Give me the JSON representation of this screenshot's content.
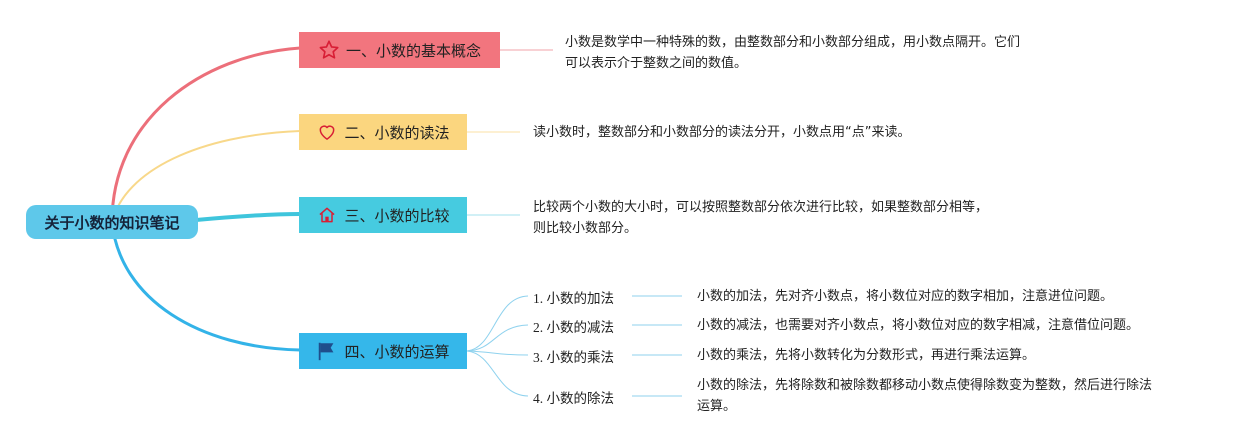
{
  "root": {
    "title": "关于小数的知识笔记"
  },
  "topics": [
    {
      "title": "一、小数的基本概念",
      "icon": "star-icon",
      "color": "#f2757e",
      "desc_lines": [
        "小数是数学中一种特殊的数，由整数部分和小数部分组成，用小数点隔开。它们",
        "可以表示介于整数之间的数值。"
      ]
    },
    {
      "title": "二、小数的读法",
      "icon": "heart-icon",
      "color": "#fbd67f",
      "desc_lines": [
        "读小数时，整数部分和小数部分的读法分开，小数点用“点”来读。"
      ]
    },
    {
      "title": "三、小数的比较",
      "icon": "house-icon",
      "color": "#46cbe0",
      "desc_lines": [
        "比较两个小数的大小时，可以按照整数部分依次进行比较，如果整数部分相等，",
        "则比较小数部分。"
      ]
    },
    {
      "title": "四、小数的运算",
      "icon": "flag-icon",
      "color": "#35b7ea",
      "subtopics": [
        {
          "label": "1. 小数的加法",
          "desc_lines": [
            "小数的加法，先对齐小数点，将小数位对应的数字相加，注意进位问题。"
          ]
        },
        {
          "label": "2. 小数的减法",
          "desc_lines": [
            "小数的减法，也需要对齐小数点，将小数位对应的数字相减，注意借位问题。"
          ]
        },
        {
          "label": "3. 小数的乘法",
          "desc_lines": [
            "小数的乘法，先将小数转化为分数形式，再进行乘法运算。"
          ]
        },
        {
          "label": "4. 小数的除法",
          "desc_lines": [
            "小数的除法，先将除数和被除数都移动小数点使得除数变为整数，然后进行除法",
            "运算。"
          ]
        }
      ]
    }
  ]
}
